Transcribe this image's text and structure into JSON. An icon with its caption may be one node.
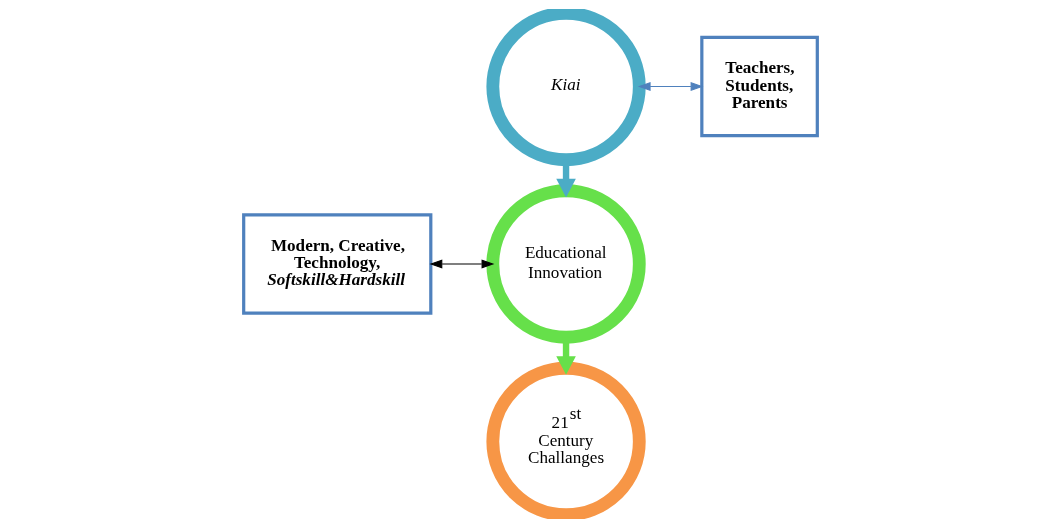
{
  "diagram": {
    "nodes": [
      {
        "text": [
          "Kiai"
        ]
      },
      {
        "text": [
          "Teachers, Students, Parents"
        ]
      },
      {
        "text": [
          "Modern, Creative, Technology, *Softskill&Hardskill*"
        ]
      },
      {
        "text": [
          "Educational Innovation"
        ]
      },
      {
        "text": [
          "21$^{st}$ Century Challanges"
        ]
      }
    ],
    "edges": [
      {
        "from": 0,
        "to": 1,
        "arrow": "both",
        "color": "#4f81bd"
      },
      {
        "from": 2,
        "to": 3,
        "arrow": "both",
        "color": "#000000"
      },
      {
        "from": 0,
        "to": 3,
        "arrow": "to",
        "style": "thick",
        "color": "#4bacc6"
      },
      {
        "from": 3,
        "to": 4,
        "arrow": "to",
        "style": "thick",
        "color": "#66e04a"
      }
    ]
  }
}
